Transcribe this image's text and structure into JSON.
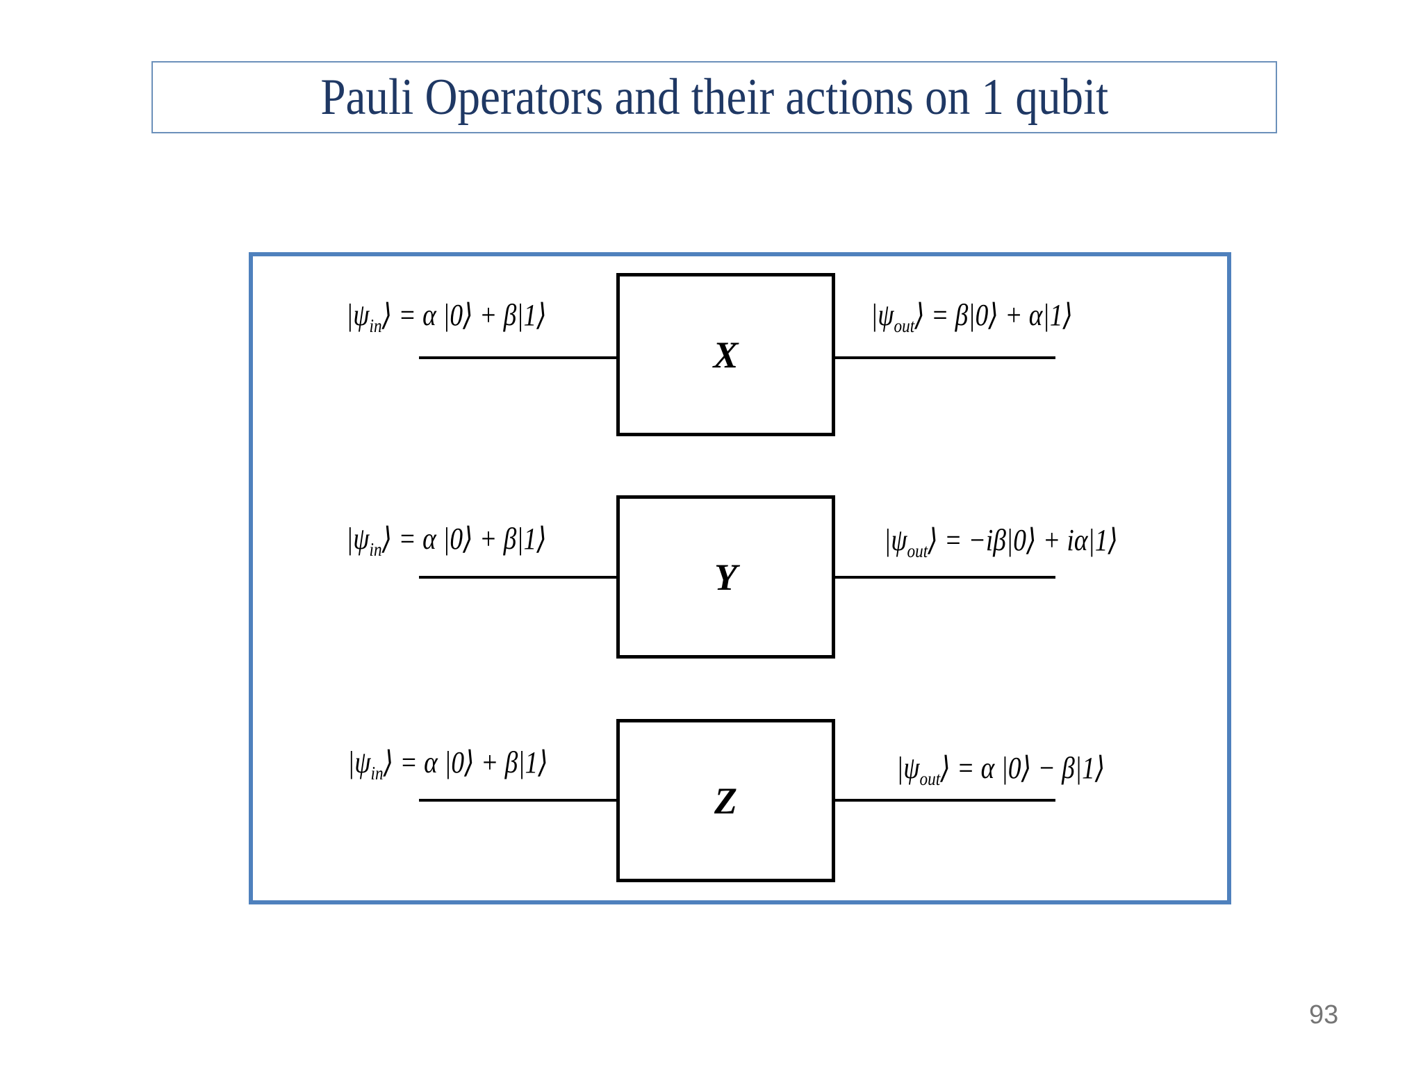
{
  "slide": {
    "title": "Pauli Operators and their actions on 1 qubit",
    "page_number": "93"
  },
  "colors": {
    "title_text": "#1f3864",
    "title_box_border": "#6b90ba",
    "panel_border": "#4f81bd",
    "gate_border": "#000000",
    "equation_text": "#000000",
    "page_number_text": "#757575",
    "background": "#ffffff"
  },
  "diagram": {
    "rows": [
      {
        "gate": "X",
        "input": {
          "lead": "|ψ",
          "sub": "in",
          "tail": "⟩ = α |0⟩ + β|1⟩"
        },
        "output": {
          "lead": "|ψ",
          "sub": "out",
          "tail": "⟩ = β|0⟩ + α|1⟩"
        }
      },
      {
        "gate": "Y",
        "input": {
          "lead": "|ψ",
          "sub": "in",
          "tail": "⟩ = α |0⟩ + β|1⟩"
        },
        "output": {
          "lead": "|ψ",
          "sub": "out",
          "tail": "⟩ = −iβ|0⟩ + iα|1⟩"
        }
      },
      {
        "gate": "Z",
        "input": {
          "lead": "|ψ",
          "sub": "in",
          "tail": "⟩ = α |0⟩ + β|1⟩"
        },
        "output": {
          "lead": "|ψ",
          "sub": "out",
          "tail": "⟩ = α |0⟩ − β|1⟩"
        }
      }
    ]
  }
}
